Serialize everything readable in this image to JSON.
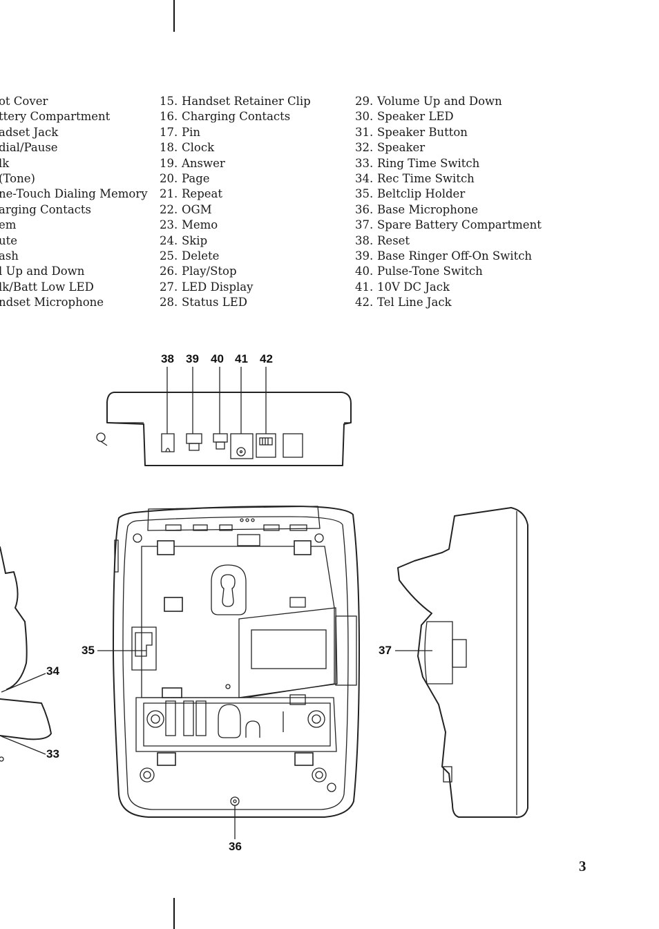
{
  "columns": [
    [
      {
        "num": "",
        "label": "ot Cover"
      },
      {
        "num": "",
        "label": "ttery Compartment"
      },
      {
        "num": "",
        "label": "adset Jack"
      },
      {
        "num": "",
        "label": "dial/Pause"
      },
      {
        "num": "",
        "label": "lk"
      },
      {
        "num": "",
        "label": "(Tone)"
      },
      {
        "num": "",
        "label": "ne-Touch Dialing Memory"
      },
      {
        "num": "",
        "label": "arging Contacts"
      },
      {
        "num": "",
        "label": "em"
      },
      {
        "num": "",
        "label": "ute"
      },
      {
        "num": "",
        "label": "ash"
      },
      {
        "num": "",
        "label": "l Up and Down"
      },
      {
        "num": "",
        "label": "lk/Batt Low LED"
      },
      {
        "num": "",
        "label": "ndset Microphone"
      }
    ],
    [
      {
        "num": "15.",
        "label": "Handset Retainer Clip"
      },
      {
        "num": "16.",
        "label": "Charging Contacts"
      },
      {
        "num": "17.",
        "label": "Pin"
      },
      {
        "num": "18.",
        "label": "Clock"
      },
      {
        "num": "19.",
        "label": "Answer"
      },
      {
        "num": "20.",
        "label": "Page"
      },
      {
        "num": "21.",
        "label": "Repeat"
      },
      {
        "num": "22.",
        "label": "OGM"
      },
      {
        "num": "23.",
        "label": "Memo"
      },
      {
        "num": "24.",
        "label": "Skip"
      },
      {
        "num": "25.",
        "label": "Delete"
      },
      {
        "num": "26.",
        "label": "Play/Stop"
      },
      {
        "num": "27.",
        "label": "LED Display"
      },
      {
        "num": "28.",
        "label": "Status LED"
      }
    ],
    [
      {
        "num": "29.",
        "label": "Volume Up and Down"
      },
      {
        "num": "30.",
        "label": "Speaker LED"
      },
      {
        "num": "31.",
        "label": "Speaker Button"
      },
      {
        "num": "32.",
        "label": "Speaker"
      },
      {
        "num": "33.",
        "label": "Ring Time Switch"
      },
      {
        "num": "34.",
        "label": "Rec Time Switch"
      },
      {
        "num": "35.",
        "label": "Beltclip Holder"
      },
      {
        "num": "36.",
        "label": "Base Microphone"
      },
      {
        "num": "37.",
        "label": "Spare Battery Compartment"
      },
      {
        "num": "38.",
        "label": "Reset"
      },
      {
        "num": "39.",
        "label": "Base Ringer Off-On Switch"
      },
      {
        "num": "40.",
        "label": "Pulse-Tone Switch"
      },
      {
        "num": "41.",
        "label": "10V DC Jack"
      },
      {
        "num": "42.",
        "label": "Tel Line Jack"
      }
    ]
  ],
  "callouts": {
    "c38": "38",
    "c39": "39",
    "c40": "40",
    "c41": "41",
    "c42": "42",
    "c35": "35",
    "c36": "36",
    "c37": "37",
    "c34": "34",
    "c33": "33"
  },
  "page_number": "3"
}
